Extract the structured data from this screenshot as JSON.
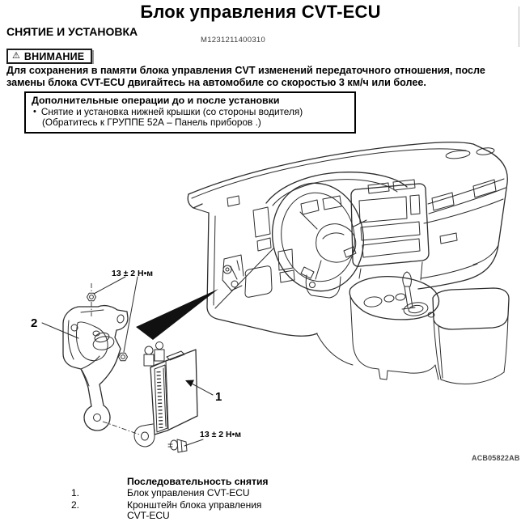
{
  "page": {
    "title": "Блок управления CVT-ECU",
    "section": "СНЯТИЕ И УСТАНОВКА",
    "doc_number": "M1231211400310",
    "figure_code": "ACB05822AB"
  },
  "warning": {
    "icon": "⚠",
    "label": "ВНИМАНИЕ",
    "line1": "Для сохранения в памяти блока управления CVT изменений передаточного отношения, после",
    "line2": "замены блока CVT-ECU двигайтесь на автомобиле со скоростью 3 км/ч или более."
  },
  "pre_post_box": {
    "title": "Дополнительные операции до и после установки",
    "bullet": "•",
    "item_line1": "Снятие и установка нижней крышки (со стороны водителя)",
    "item_line2": "(Обратитесь к ГРУППЕ 52А – Панель приборов .)"
  },
  "diagram": {
    "torque_top": "13 ± 2 Н•м",
    "torque_bottom": "13 ± 2 Н•м",
    "callout_1": "1",
    "callout_2": "2"
  },
  "legend": {
    "title": "Последовательность снятия",
    "items": [
      {
        "num": "1.",
        "line1": "Блок управления CVT-ECU",
        "line2": ""
      },
      {
        "num": "2.",
        "line1": "Кронштейн блока управления",
        "line2": "CVT-ECU"
      }
    ]
  },
  "colors": {
    "ink": "#2d2d2d",
    "arrow": "#111111"
  }
}
